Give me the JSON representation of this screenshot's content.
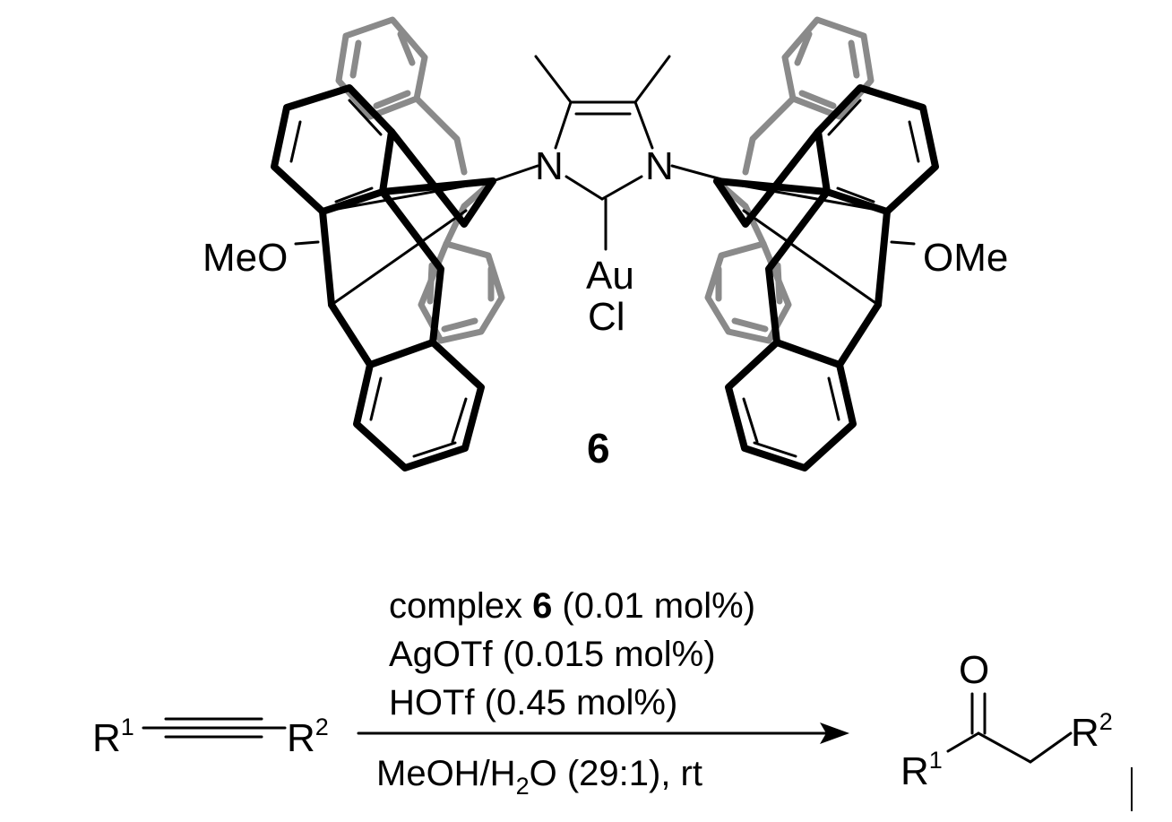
{
  "catalyst": {
    "compound_number": "6",
    "nitrogen": "N",
    "metal": "Au",
    "halide": "Cl",
    "methoxy_left": "MeO",
    "methoxy_right": "OMe"
  },
  "reaction": {
    "reactant": {
      "r1": "R",
      "r1_sup": "1",
      "r2": "R",
      "r2_sup": "2"
    },
    "conditions_above": {
      "line1_pre": "complex ",
      "line1_bold": "6",
      "line1_post": " (0.01 mol%)",
      "line2": "AgOTf (0.015 mol%)",
      "line3": "HOTf (0.45 mol%)"
    },
    "conditions_below": {
      "pre": "MeOH/H",
      "sub": "2",
      "post": "O (29:1), rt"
    },
    "product": {
      "oxygen": "O",
      "r1": "R",
      "r1_sup": "1",
      "r2": "R",
      "r2_sup": "2"
    }
  }
}
